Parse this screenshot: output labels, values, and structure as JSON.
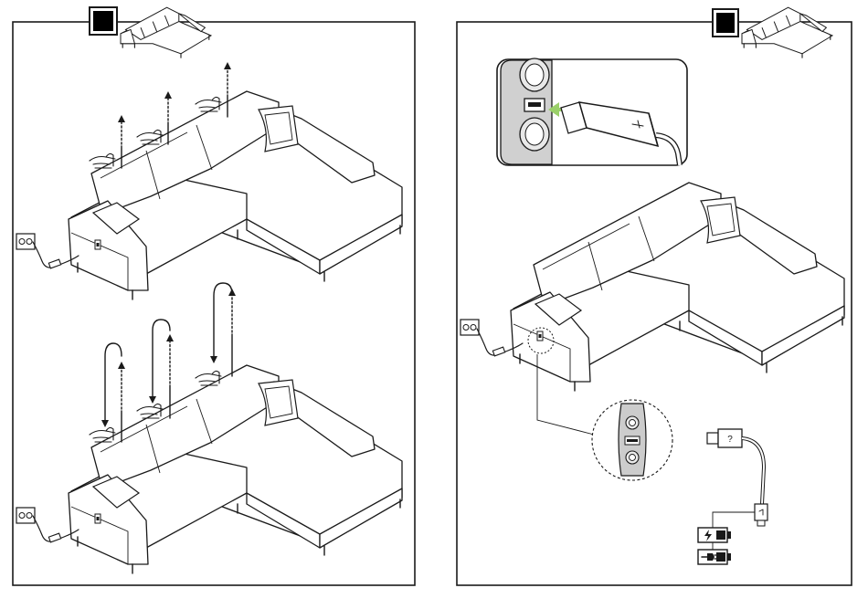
{
  "panels": [
    {
      "id": "left",
      "badge_color": "#000000",
      "steps": [
        "raise-headrests",
        "lower-headrests"
      ],
      "icons": [
        "power-outlet-icon",
        "power-adapter-icon",
        "arrow-up-icon",
        "arrow-return-icon"
      ]
    },
    {
      "id": "right",
      "badge_color": "#000000",
      "icons": [
        "usb-port-icon",
        "usb-plug-icon",
        "insert-arrow-icon",
        "power-outlet-icon",
        "charge-battery-icon",
        "plug-battery-icon"
      ],
      "usb_connector_symbol": "?",
      "accent_color": "#9bd06a",
      "port_panel_color": "#cccccc"
    }
  ]
}
